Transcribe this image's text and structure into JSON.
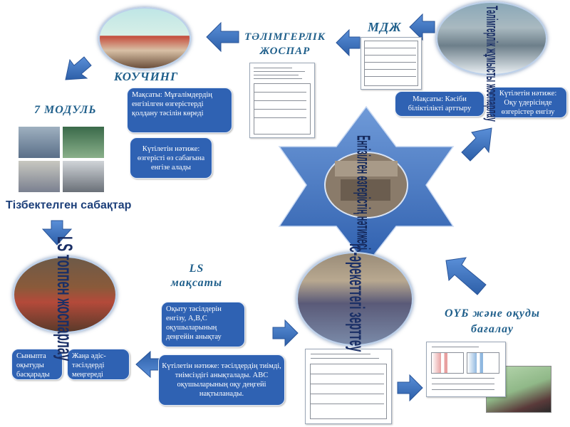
{
  "labels": {
    "coaching": "КОУЧИНГ",
    "mentoring_plan": "ТӘЛІМГЕРЛІК ЖОСПАР",
    "mdzh": "МДЖ",
    "module7": "7 МОДУЛЬ",
    "series_lessons": "Тізбектелген сабақтар",
    "ls_goal": "LS мақсаты",
    "assessment": "ОҮБ және оқуды бағалау"
  },
  "boxes": {
    "coaching_goal": "Мақсаты: Мұғалімдердің енгізілген өзгерістерді қолдану тәсілін көреді",
    "coaching_result": "Күтілетін нәтиже: өзгерісті өз сабағына енгізе алады",
    "mdzh_goal": "Мақсаты: Кәсіби біліктілікті арттыру",
    "mdzh_result": "Күтілетін нәтиже: Оқу үдерісінде өзгерістер енгізу",
    "ls_goal_text": "Оқыту тәсілдерін енгізу, А,В,С оқушыларының деңгейін анықтау",
    "ls_result": "Күтілетін нәтиже: тәсілдердің тиімді, тиімсіздігі анықталады. АВС оқушыларының оқу деңгейі нақтыланады.",
    "class_manage": "Сыныпта оқытуды басқарады",
    "new_methods": "Жаңа әдіс-тәсілдерді меңгереді"
  },
  "vertical_text": {
    "star_center": "Енгізілген өзгерістің нәтижесі",
    "ls_planning": "LS топпен жоспарлау",
    "action_research": "Іс-әрекеттегі зерттеу",
    "top_right": "Тәлімгерлік жұмысты жоспарлау"
  },
  "colors": {
    "box_fill": "#2f62b3",
    "arrow_fill": "#3b74c4",
    "title_text": "#1f5f8b",
    "star_fill": "#3f72c0"
  }
}
